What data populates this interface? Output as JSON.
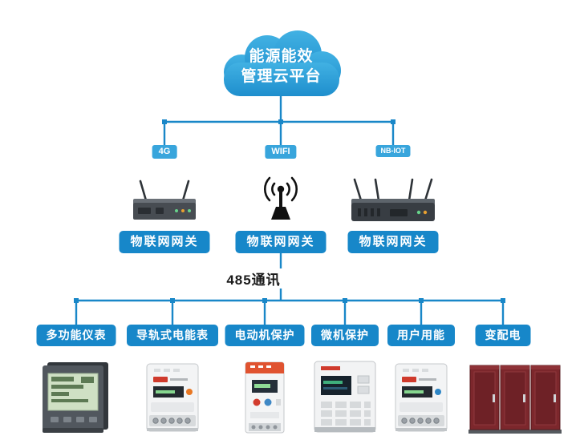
{
  "cloud": {
    "line1": "能源能效",
    "line2": "管理云平台"
  },
  "gateways": [
    {
      "badge": "4G",
      "label": "物联网网关",
      "icon": "router-2-antennas"
    },
    {
      "badge": "WIFI",
      "label": "物联网网关",
      "icon": "antenna-with-waves"
    },
    {
      "badge": "NB-IOT",
      "label": "物联网网关",
      "icon": "router-4-antennas"
    }
  ],
  "bus": {
    "label": "485通讯"
  },
  "devices": [
    {
      "label": "多功能仪表",
      "image": "panel-meter"
    },
    {
      "label": "导轨式电能表",
      "image": "din-rail-meter"
    },
    {
      "label": "电动机保护",
      "image": "motor-protector"
    },
    {
      "label": "微机保护",
      "image": "microcomputer-protector"
    },
    {
      "label": "用户用能",
      "image": "din-rail-meter"
    },
    {
      "label": "变配电",
      "image": "distribution-cabinets"
    }
  ],
  "colors": {
    "line": "#1987c8",
    "button": "#1787c9",
    "badge": "#38a5dc",
    "cloud_top": "#41b1e3",
    "cloud_bottom": "#1e8ecd",
    "bus_text": "#1a1a1a"
  }
}
